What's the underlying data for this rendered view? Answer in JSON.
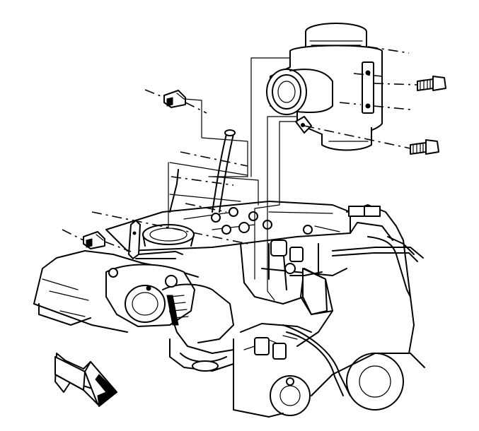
{
  "diagram": {
    "components": [
      {
        "id": "air-cleaner-housing",
        "icon": "air-cleaner-icon"
      },
      {
        "id": "housing-bolt-upper",
        "icon": "bolt-icon"
      },
      {
        "id": "housing-bolt-lower",
        "icon": "bolt-icon"
      },
      {
        "id": "hose-clamp-upper",
        "icon": "clamp-icon"
      },
      {
        "id": "hose-clamp-lower",
        "icon": "clamp-icon"
      },
      {
        "id": "mounting-bracket",
        "icon": "bracket-icon"
      },
      {
        "id": "engine-assembly",
        "icon": "engine-icon"
      },
      {
        "id": "turbocharger",
        "icon": "turbo-icon"
      },
      {
        "id": "front-direction-arrow",
        "icon": "arrow-icon"
      }
    ],
    "line_color": "#000000",
    "background": "#ffffff"
  }
}
